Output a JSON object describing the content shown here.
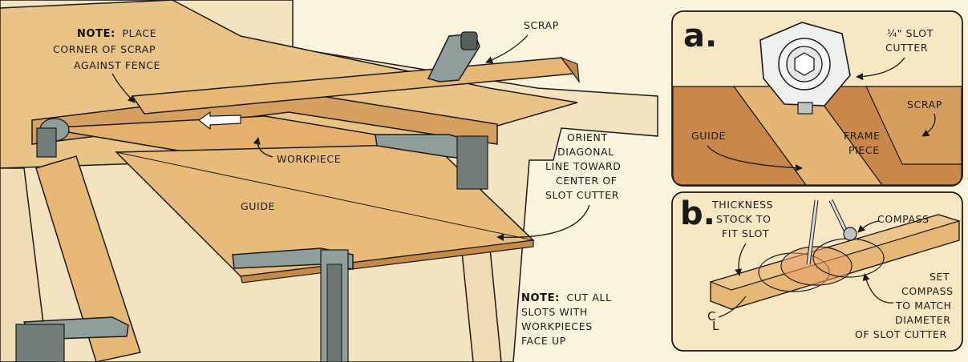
{
  "main_figure": {
    "note_top_bold": "NOTE:",
    "note_top_line1": "PLACE",
    "note_top_line2": "CORNER OF SCRAP",
    "note_top_line3": "AGAINST FENCE",
    "label_scrap": "SCRAP",
    "label_workpiece": "WORKPIECE",
    "label_guide": "GUIDE",
    "orient_lines": [
      "ORIENT",
      "DIAGONAL",
      "LINE TOWARD",
      "CENTER OF",
      "SLOT CUTTER"
    ],
    "note_bottom_bold": "NOTE:",
    "note_bottom_line1": "CUT ALL",
    "note_bottom_line2": "SLOTS WITH",
    "note_bottom_line3": "WORKPIECES",
    "note_bottom_line4": "FACE UP"
  },
  "detail_a": {
    "letter": "a.",
    "cutter_line1": "¼\" SLOT",
    "cutter_line2": "CUTTER",
    "label_scrap": "SCRAP",
    "label_guide": "GUIDE",
    "frame_line1": "FRAME",
    "frame_line2": "PIECE"
  },
  "detail_b": {
    "letter": "b.",
    "thickness_lines": [
      "THICKNESS",
      "STOCK TO",
      "FIT SLOT"
    ],
    "label_compass": "COMPASS",
    "set_lines": [
      "SET",
      "COMPASS",
      "TO MATCH",
      "DIAMETER",
      "OF SLOT CUTTER"
    ],
    "centerline_symbol": "C",
    "centerline_sub": "L"
  },
  "colors": {
    "background": "#fbf3dc",
    "wood_light": "#e7b776",
    "wood_mid": "#d39a55",
    "wood_dark": "#b8783a",
    "clamp_gray": "#8f9d9b",
    "clamp_dark": "#56615f",
    "outline": "#1a1a1a"
  }
}
